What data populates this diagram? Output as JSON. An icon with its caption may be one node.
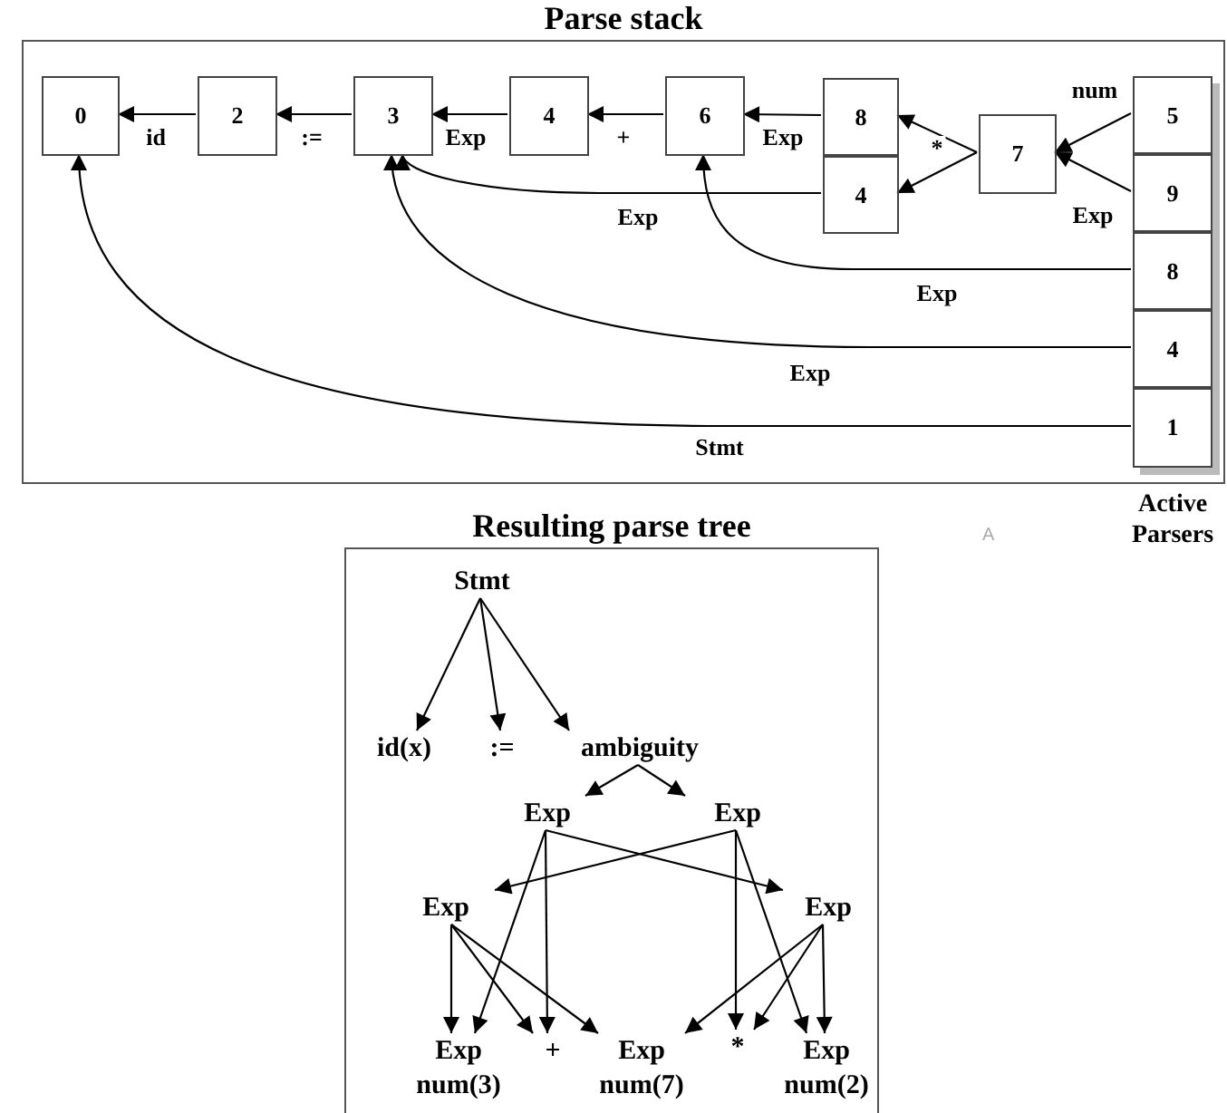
{
  "diagram": {
    "nodes": [
      {
        "text": [
          "Parse stack"
        ]
      },
      {
        "text": [
          "0"
        ],
        "in": 0
      },
      {
        "text": [
          "2"
        ],
        "in": 0
      },
      {
        "text": [
          "3"
        ],
        "in": 0
      },
      {
        "text": [
          "4"
        ],
        "in": 0
      },
      {
        "text": [
          "6"
        ],
        "in": 0
      },
      {
        "text": [
          "8"
        ],
        "in": 0
      },
      {
        "text": [
          "4"
        ],
        "in": 0
      },
      {
        "text": [
          "7"
        ],
        "in": 0
      },
      {
        "text": [
          "Active Parsers"
        ],
        "in": 0
      },
      {
        "text": [
          "5"
        ],
        "in": 9
      },
      {
        "text": [
          "9"
        ],
        "in": 9
      },
      {
        "text": [
          "8"
        ],
        "in": 9
      },
      {
        "text": [
          "4"
        ],
        "in": 9
      },
      {
        "text": [
          "1"
        ],
        "in": 9
      },
      {
        "text": [
          "Resulting parse tree"
        ]
      },
      {
        "text": [
          "Stmt"
        ],
        "in": 15
      },
      {
        "text": [
          "id(x)"
        ],
        "in": 15
      },
      {
        "text": [
          ":="
        ],
        "in": 15
      },
      {
        "text": [
          "ambiguity"
        ],
        "in": 15
      },
      {
        "text": [
          "Exp"
        ],
        "in": 15
      },
      {
        "text": [
          "Exp"
        ],
        "in": 15
      },
      {
        "text": [
          "Exp"
        ],
        "in": 15
      },
      {
        "text": [
          "Exp"
        ],
        "in": 15
      },
      {
        "text": [
          "Exp",
          "num(3)"
        ],
        "in": 15
      },
      {
        "text": [
          "+"
        ],
        "in": 15
      },
      {
        "text": [
          "Exp",
          "num(7)"
        ],
        "in": 15
      },
      {
        "text": [
          "*"
        ],
        "in": 15
      },
      {
        "text": [
          "Exp",
          "num(2)"
        ],
        "in": 15
      }
    ],
    "edges": [
      {
        "from": 2,
        "to": 1,
        "arrow": "to",
        "label": "id"
      },
      {
        "from": 3,
        "to": 2,
        "arrow": "to",
        "label": ":="
      },
      {
        "from": 4,
        "to": 3,
        "arrow": "to",
        "label": "Exp"
      },
      {
        "from": 5,
        "to": 4,
        "arrow": "to",
        "label": "+"
      },
      {
        "from": 6,
        "to": 5,
        "arrow": "to",
        "label": "Exp"
      },
      {
        "from": 8,
        "to": 6,
        "arrow": "to",
        "label": "*"
      },
      {
        "from": 8,
        "to": 7,
        "arrow": "to"
      },
      {
        "from": 10,
        "to": 8,
        "arrow": "to",
        "label": "num"
      },
      {
        "from": 11,
        "to": 8,
        "arrow": "to",
        "label": "Exp"
      },
      {
        "from": 7,
        "to": 3,
        "arrow": "to",
        "label": "Exp"
      },
      {
        "from": 12,
        "to": 5,
        "arrow": "to",
        "label": "Exp"
      },
      {
        "from": 13,
        "to": 3,
        "arrow": "to",
        "label": "Exp"
      },
      {
        "from": 14,
        "to": 1,
        "arrow": "to",
        "label": "Stmt"
      },
      {
        "from": 16,
        "to": 17,
        "arrow": "to"
      },
      {
        "from": 16,
        "to": 18,
        "arrow": "to"
      },
      {
        "from": 16,
        "to": 19,
        "arrow": "to"
      },
      {
        "from": 19,
        "to": 20,
        "arrow": "to"
      },
      {
        "from": 19,
        "to": 21,
        "arrow": "to"
      },
      {
        "from": 20,
        "to": 24,
        "arrow": "to"
      },
      {
        "from": 20,
        "to": 25,
        "arrow": "to"
      },
      {
        "from": 20,
        "to": 23,
        "arrow": "to"
      },
      {
        "from": 21,
        "to": 22,
        "arrow": "to"
      },
      {
        "from": 21,
        "to": 27,
        "arrow": "to"
      },
      {
        "from": 21,
        "to": 28,
        "arrow": "to"
      },
      {
        "from": 22,
        "to": 24,
        "arrow": "to"
      },
      {
        "from": 22,
        "to": 25,
        "arrow": "to"
      },
      {
        "from": 22,
        "to": 26,
        "arrow": "to"
      },
      {
        "from": 23,
        "to": 26,
        "arrow": "to"
      },
      {
        "from": 23,
        "to": 27,
        "arrow": "to"
      },
      {
        "from": 23,
        "to": 28,
        "arrow": "to"
      }
    ],
    "labels": [
      "A"
    ]
  }
}
